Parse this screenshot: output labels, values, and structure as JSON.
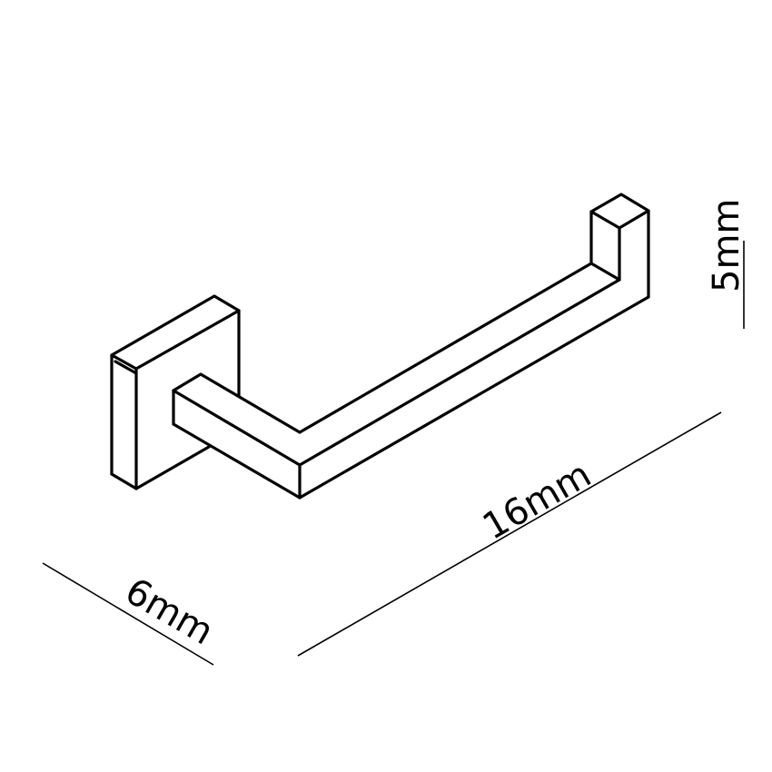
{
  "diagram": {
    "type": "isometric-technical-drawing",
    "subject": "square towel hook / toilet paper holder",
    "colors": {
      "line": "#000000",
      "background": "#ffffff"
    },
    "dimensions": {
      "length": {
        "label": "16mm"
      },
      "depth": {
        "label": "6mm"
      },
      "height": {
        "label": "5mm"
      }
    }
  }
}
